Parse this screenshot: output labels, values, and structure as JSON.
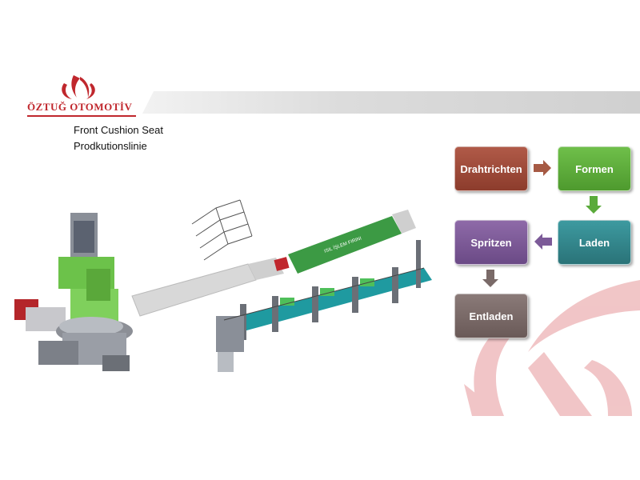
{
  "brand": {
    "logo_text": "ÖZTUĞ OTOMOTİV",
    "color": "#c0272d"
  },
  "title": {
    "line1": "Front Cushion Seat",
    "line2": "Prodkutionslinie"
  },
  "flow": {
    "steps": [
      {
        "label": "Drahtrichten",
        "color": "#9c4a38"
      },
      {
        "label": "Formen",
        "color": "#5aaa3a"
      },
      {
        "label": "Laden",
        "color": "#33868c"
      },
      {
        "label": "Spritzen",
        "color": "#7c5a98"
      },
      {
        "label": "Entladen",
        "color": "#7a6a68"
      }
    ]
  },
  "drawing": {
    "oven_label": "ISIL İŞLEM FIRINI"
  }
}
